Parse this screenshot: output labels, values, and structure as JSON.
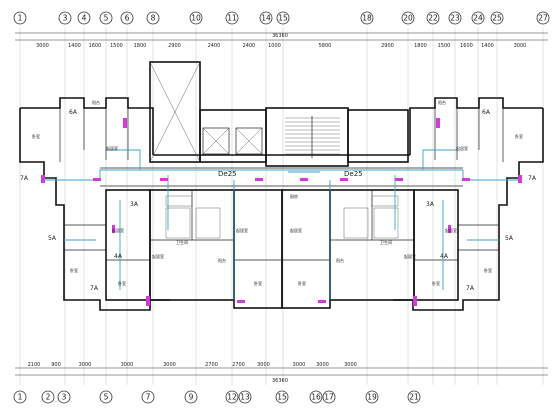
{
  "drawing": {
    "top_axes": [
      {
        "id": "a1",
        "label": "1"
      },
      {
        "id": "a3",
        "label": "3"
      },
      {
        "id": "a4",
        "label": "4"
      },
      {
        "id": "a5",
        "label": "5"
      },
      {
        "id": "a6",
        "label": "6"
      },
      {
        "id": "a8",
        "label": "8"
      },
      {
        "id": "a10",
        "label": "10"
      },
      {
        "id": "a11",
        "label": "11"
      },
      {
        "id": "a14",
        "label": "14"
      },
      {
        "id": "a15",
        "label": "15"
      },
      {
        "id": "a18",
        "label": "18"
      },
      {
        "id": "a20",
        "label": "20"
      },
      {
        "id": "a22",
        "label": "22"
      },
      {
        "id": "a23",
        "label": "23"
      },
      {
        "id": "a24",
        "label": "24"
      },
      {
        "id": "a25",
        "label": "25"
      },
      {
        "id": "a27",
        "label": "27"
      }
    ],
    "bottom_axes": [
      {
        "id": "b1",
        "label": "1"
      },
      {
        "id": "b2",
        "label": "2"
      },
      {
        "id": "b3",
        "label": "3"
      },
      {
        "id": "b5",
        "label": "5"
      },
      {
        "id": "b7",
        "label": "7"
      },
      {
        "id": "b9",
        "label": "9"
      },
      {
        "id": "b12",
        "label": "12"
      },
      {
        "id": "b13",
        "label": "13"
      },
      {
        "id": "b15",
        "label": "15"
      },
      {
        "id": "b16",
        "label": "16"
      },
      {
        "id": "b17",
        "label": "17"
      },
      {
        "id": "b19",
        "label": "19"
      },
      {
        "id": "b21",
        "label": "21"
      }
    ],
    "top_dims": [
      "3000",
      "1400",
      "1600",
      "1500",
      "1800",
      "2900",
      "2400",
      "2400",
      "1000",
      "5800",
      "2900",
      "1800",
      "1500",
      "1600",
      "1400",
      "3000"
    ],
    "top_total": "36360",
    "bottom_dims": [
      "2100",
      "900",
      "3000",
      "3000",
      "3000",
      "2700",
      "2700",
      "3000",
      "3000",
      "3000",
      "3000"
    ],
    "bottom_total": "36360",
    "room_labels": {
      "bedroom": "卧室",
      "balcony": "阳台",
      "living": "起居室",
      "kitchen": "厨房",
      "bath": "卫生间"
    },
    "tags": {
      "de25_left": "De25",
      "de25_right": "De25",
      "tag_6a": "6A",
      "tag_7a": "7A",
      "tag_5a": "5A",
      "tag_4a": "4A",
      "tag_3a": "3A"
    }
  }
}
